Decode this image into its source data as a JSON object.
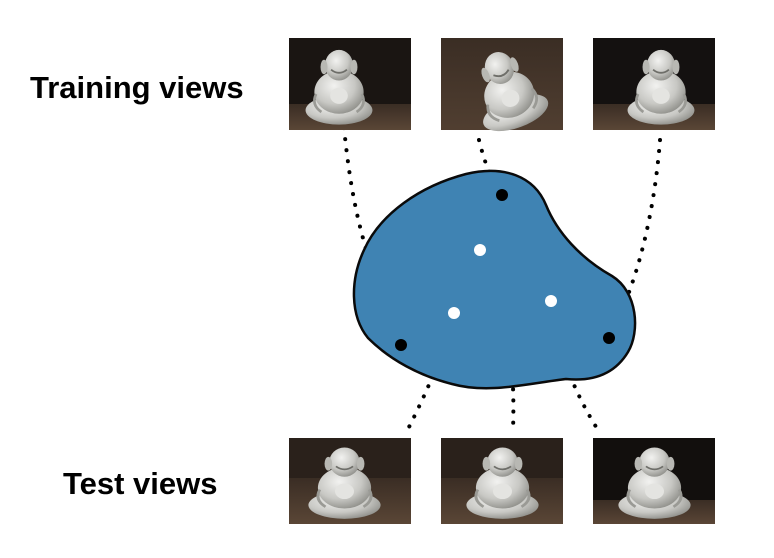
{
  "labels": {
    "training": "Training views",
    "test": "Test views"
  },
  "colors": {
    "manifold_fill": "#3f83b3",
    "manifold_stroke": "#0a0a0a",
    "training_point": "#000000",
    "test_point": "#ffffff",
    "dotted_line": "#000000",
    "photo_background": "#1a1512",
    "photo_floor": "#4a3a2e",
    "statue": "#d9d9d6"
  },
  "views": {
    "training": [
      {
        "id": "train-1",
        "icon": "buddha-statue-left-view-icon"
      },
      {
        "id": "train-2",
        "icon": "buddha-statue-top-view-icon"
      },
      {
        "id": "train-3",
        "icon": "buddha-statue-right-view-icon"
      }
    ],
    "test": [
      {
        "id": "test-1",
        "icon": "buddha-statue-left-view-icon"
      },
      {
        "id": "test-2",
        "icon": "buddha-statue-front-view-icon"
      },
      {
        "id": "test-3",
        "icon": "buddha-statue-front-view-icon"
      }
    ]
  }
}
